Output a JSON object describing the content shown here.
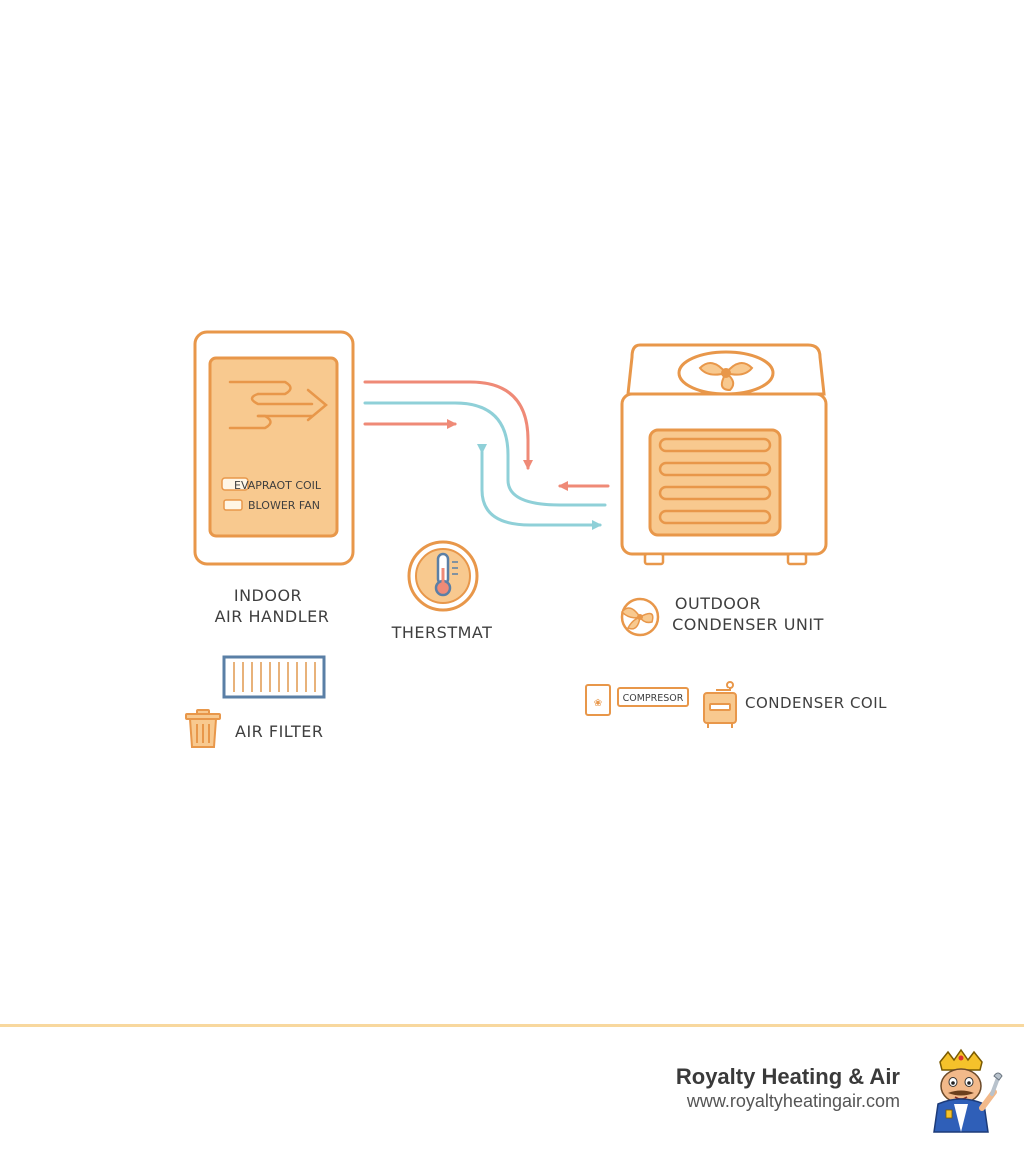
{
  "diagram": {
    "indoor_unit": {
      "label_line1": "INDOOR",
      "label_line2": "AIR HANDLER",
      "component_1": "EVAPRAOT COIL",
      "component_2": "BLOWER FAN"
    },
    "thermostat": {
      "label": "THERSTMAT"
    },
    "outdoor_unit": {
      "label_line1": "OUTDOOR",
      "label_line2": "CONDENSER UNIT"
    },
    "air_filter": {
      "label": "AIR FILTER"
    },
    "compressor": {
      "label": "COMPRESOR"
    },
    "condenser_coil": {
      "label": "CONDENSER COIL"
    },
    "colors": {
      "orange_stroke": "#e8974a",
      "orange_fill": "#f8c98f",
      "warm_line": "#ef8a77",
      "cool_line": "#8fd0d8",
      "filter_blue": "#5a7fa6"
    },
    "icons": [
      "fan-icon",
      "thermometer-icon",
      "trash-can-icon",
      "compressor-icon",
      "heater-icon",
      "air-filter-icon"
    ]
  },
  "footer": {
    "company": "Royalty Heating & Air",
    "website": "www.royaltyheatingair.com",
    "rule_color": "#f8d89e",
    "mascot_icon": "king-mascot-icon"
  }
}
